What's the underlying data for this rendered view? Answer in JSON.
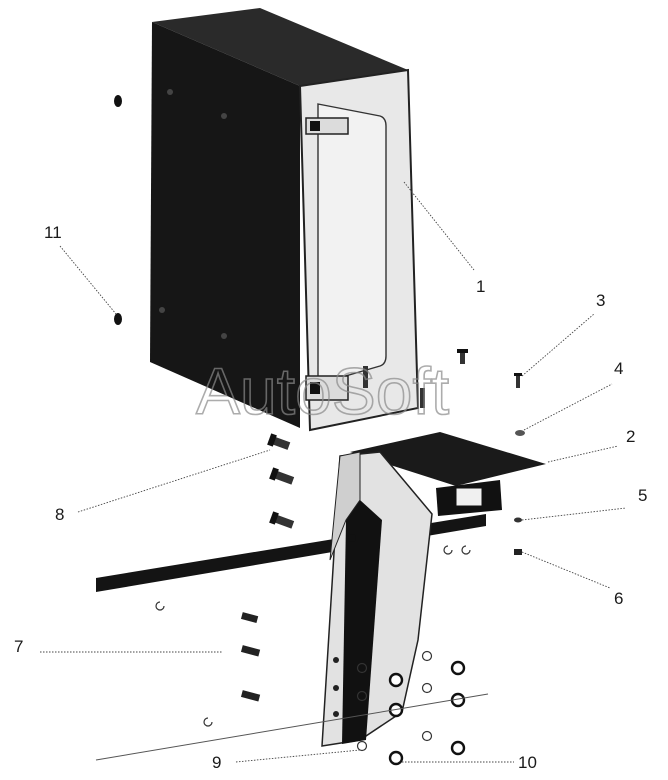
{
  "watermark": "AutoSoft",
  "callouts": {
    "c1": "1",
    "c2": "2",
    "c3": "3",
    "c4": "4",
    "c5": "5",
    "c6": "6",
    "c7": "7",
    "c8": "8",
    "c9": "9",
    "c10": "10",
    "c11": "11"
  },
  "colors": {
    "box_dark": "#161616",
    "box_lid": "#e8e8e8",
    "bracket_light": "#e2e2e2",
    "bracket_dark": "#141414"
  }
}
